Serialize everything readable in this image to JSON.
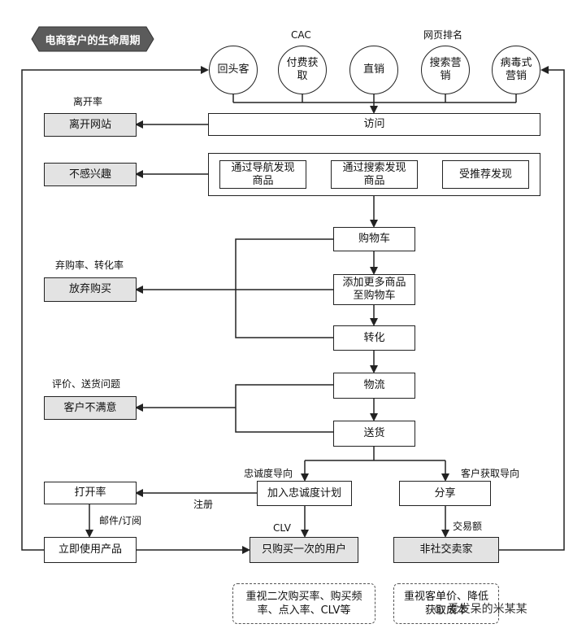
{
  "title": "电商客户的生命周期",
  "channels": {
    "returning": "回头客",
    "paid": "付费获\n取",
    "direct": "直销",
    "search": "搜索营\n销",
    "viral": "病毒式\n营销",
    "paid_label": "CAC",
    "search_label": "网页排名"
  },
  "funnel": {
    "visit": "访问",
    "nav_discover": "通过导航发现\n商品",
    "search_discover": "通过搜索发现\n商品",
    "recommend_discover": "受推荐发现",
    "cart": "购物车",
    "add_more": "添加更多商品\n至购物车",
    "convert": "转化",
    "logistics": "物流",
    "delivery": "送货"
  },
  "exits": {
    "leave_site": "离开网站",
    "leave_rate": "离开率",
    "not_interested": "不感兴趣",
    "abandon_cart": "放弃购买",
    "abandon_rate": "弃购率、转化率",
    "unsatisfied": "客户不满意",
    "review_issue": "评价、送货问题"
  },
  "loyalty": {
    "loyalty_oriented": "忠诚度导向",
    "join_loyalty": "加入忠诚度计划",
    "open_rate": "打开率",
    "register": "注册",
    "mail_subscribe": "邮件/订阅",
    "use_now": "立即使用产品",
    "clv_label": "CLV",
    "one_time_user": "只购买一次的用户",
    "loyalty_note": "重视二次购买率、购买频\n率、点入率、CLV等"
  },
  "acquisition": {
    "acq_oriented": "客户获取导向",
    "share": "分享",
    "trade_volume": "交易额",
    "non_social_seller": "非社交卖家",
    "acq_note": "重视客单价、降低\n获取成本"
  },
  "watermark": "爱发呆的米某某"
}
